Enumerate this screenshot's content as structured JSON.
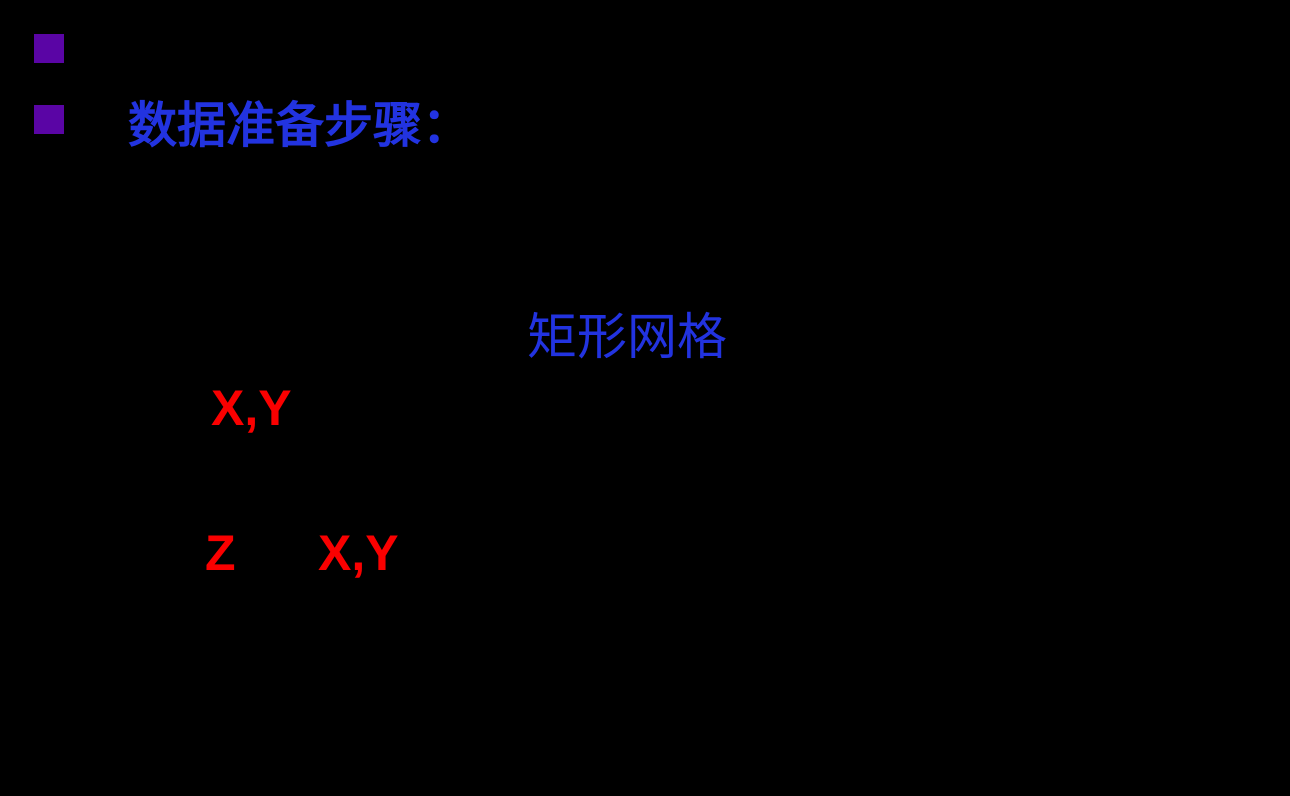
{
  "slide": {
    "background_color": "#000000",
    "bullets": [
      {
        "color": "#5A05A5"
      },
      {
        "color": "#5A05A5"
      }
    ],
    "heading": {
      "text": "数据准备步骤：",
      "color": "#2233E0"
    },
    "labels": {
      "grid": {
        "text": "矩形网格",
        "color": "#2233E0"
      },
      "xy_first": {
        "text": "X,Y",
        "color": "#FA0000"
      },
      "z": {
        "text": "Z",
        "color": "#FA0000"
      },
      "xy_second": {
        "text": "X,Y",
        "color": "#FA0000"
      }
    }
  }
}
